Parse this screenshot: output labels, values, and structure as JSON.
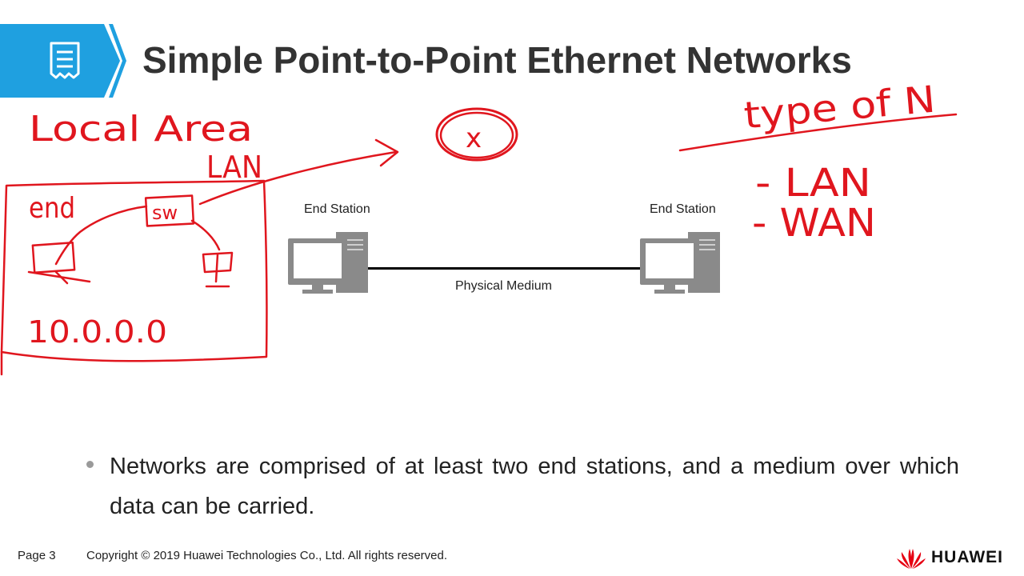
{
  "slide": {
    "title": "Simple Point-to-Point Ethernet Networks",
    "accent_color": "#1fa0e0",
    "icon": "document-icon"
  },
  "diagram": {
    "left_station_label": "End Station",
    "right_station_label": "End Station",
    "medium_label": "Physical Medium",
    "station_icon": "desktop-computer-icon"
  },
  "bullets": [
    "Networks are comprised of at least two end stations, and a medium over which data can be carried."
  ],
  "annotations": {
    "ink_color": "#e0161e",
    "handwriting": {
      "local_area": "Local Area",
      "lan": "LAN",
      "type_of_n": "type of N",
      "list_lan": "- LAN",
      "list_wan": "- WAN",
      "box_end": "end",
      "box_sw": "sw",
      "ip": "10.0.0.0",
      "circled": "x"
    }
  },
  "footer": {
    "page": "Page 3",
    "copyright": "Copyright © 2019 Huawei Technologies Co., Ltd. All rights reserved.",
    "brand": "HUAWEI",
    "brand_color": "#e60012"
  }
}
